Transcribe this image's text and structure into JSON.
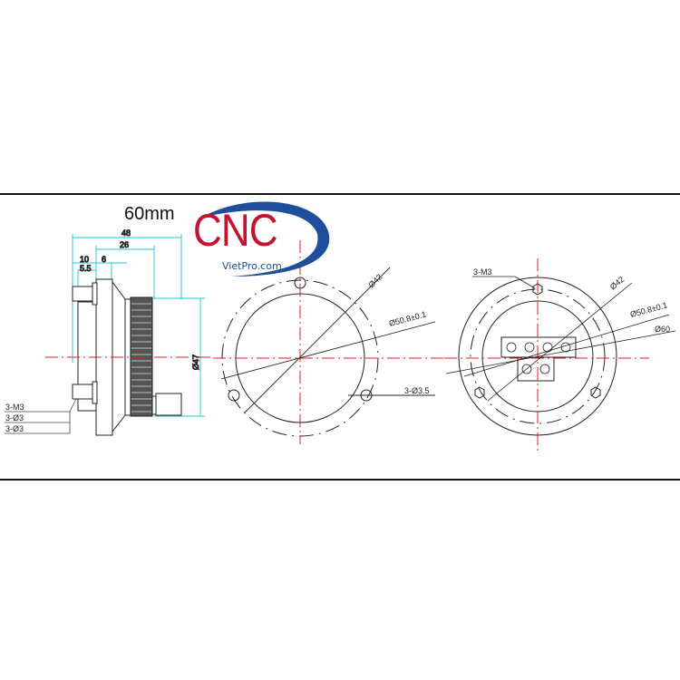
{
  "title": "60mm",
  "logo": {
    "brand": "CNC",
    "site": "VietPro.com",
    "brand_color": "#c4122f",
    "swoosh_color": "#1f4e9c"
  },
  "colors": {
    "dimension": "#22c4dc",
    "centerline": "#e01e1e",
    "outline": "#222222"
  },
  "side_view": {
    "dims": {
      "overall": "48",
      "body": "26",
      "flange_offset": "10",
      "flange": "6",
      "stud": "5.5",
      "knob_dia": "Ø47"
    },
    "callouts": [
      "3-M3",
      "3-Ø3",
      "3-Ø3"
    ]
  },
  "front_view": {
    "dims": {
      "inner": "Ø42",
      "pcd": "Ø50.8±0.1",
      "holes": "3-Ø3.5"
    }
  },
  "rear_view": {
    "dims": {
      "thread": "3-M3",
      "inner": "Ø42",
      "pcd": "Ø50.8±0.1",
      "outer": "Ø60"
    },
    "terminal_count": 6
  }
}
